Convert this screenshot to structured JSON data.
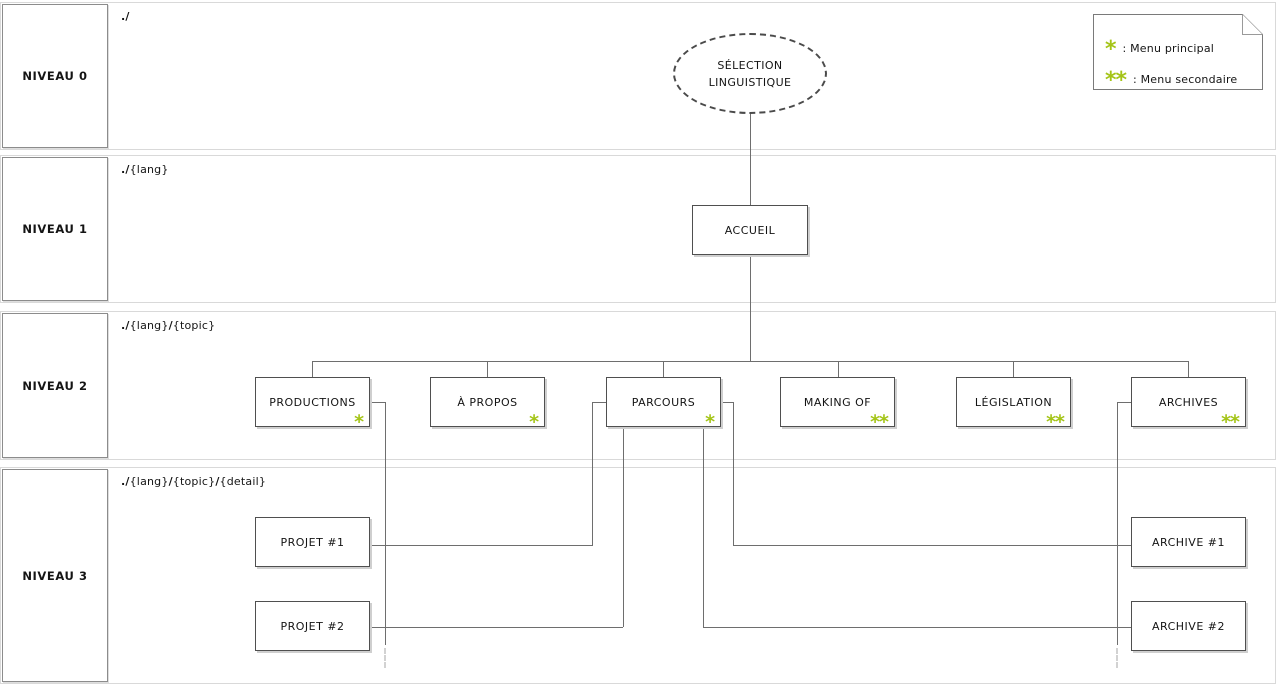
{
  "levels": [
    {
      "name": "NIVEAU 0",
      "path": "./"
    },
    {
      "name": "NIVEAU 1",
      "path": "./{lang}"
    },
    {
      "name": "NIVEAU 2",
      "path": "./{lang}/{topic}"
    },
    {
      "name": "NIVEAU 3",
      "path": "./{lang}/{topic}/{detail}"
    }
  ],
  "root": {
    "label": "SÉLECTION LINGUISTIQUE"
  },
  "home": {
    "label": "ACCUEIL"
  },
  "topics": [
    {
      "label": "PRODUCTIONS",
      "stars": "*"
    },
    {
      "label": "À PROPOS",
      "stars": "*"
    },
    {
      "label": "PARCOURS",
      "stars": "*"
    },
    {
      "label": "MAKING OF",
      "stars": "**"
    },
    {
      "label": "LÉGISLATION",
      "stars": "**"
    },
    {
      "label": "ARCHIVES",
      "stars": "**"
    }
  ],
  "details": [
    {
      "label": "PROJET #1"
    },
    {
      "label": "PROJET #2"
    },
    {
      "label": "ARCHIVE #1"
    },
    {
      "label": "ARCHIVE #2"
    }
  ],
  "legend": {
    "items": [
      {
        "stars": "*",
        "label": ": Menu principal"
      },
      {
        "stars": "**",
        "label": ": Menu secondaire"
      }
    ]
  },
  "colors": {
    "star_green": "#a4c417",
    "connector_gray": "#6e6e6e",
    "row_border": "#d9d9d9"
  }
}
